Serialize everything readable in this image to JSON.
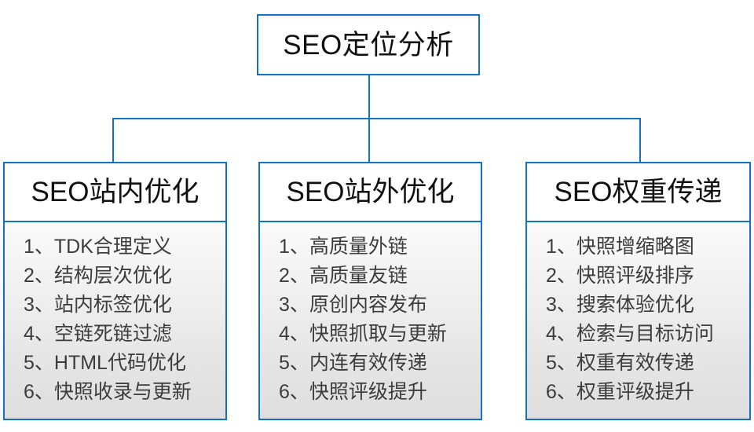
{
  "diagram": {
    "type": "hierarchy-tree",
    "accent_color": "#1273c4",
    "header_text_color": "#111111",
    "item_text_color": "#3c3c3c",
    "header_background": "#ffffff",
    "body_background_top": "#fbfbfb",
    "body_background_bottom": "#dedede",
    "root": {
      "label": "SEO定位分析"
    },
    "branches": [
      {
        "title": "SEO站内优化",
        "items": [
          "1、TDK合理定义",
          "2、结构层次优化",
          "3、站内标签优化",
          "4、空链死链过滤",
          "5、HTML代码优化",
          "6、快照收录与更新"
        ]
      },
      {
        "title": "SEO站外优化",
        "items": [
          "1、高质量外链",
          "2、高质量友链",
          "3、原创内容发布",
          "4、快照抓取与更新",
          "5、内连有效传递",
          "6、快照评级提升"
        ]
      },
      {
        "title": "SEO权重传递",
        "items": [
          "1、快照增缩略图",
          "2、快照评级排序",
          "3、搜索体验优化",
          "4、检索与目标访问",
          "5、权重有效传递",
          "6、权重评级提升"
        ]
      }
    ]
  }
}
